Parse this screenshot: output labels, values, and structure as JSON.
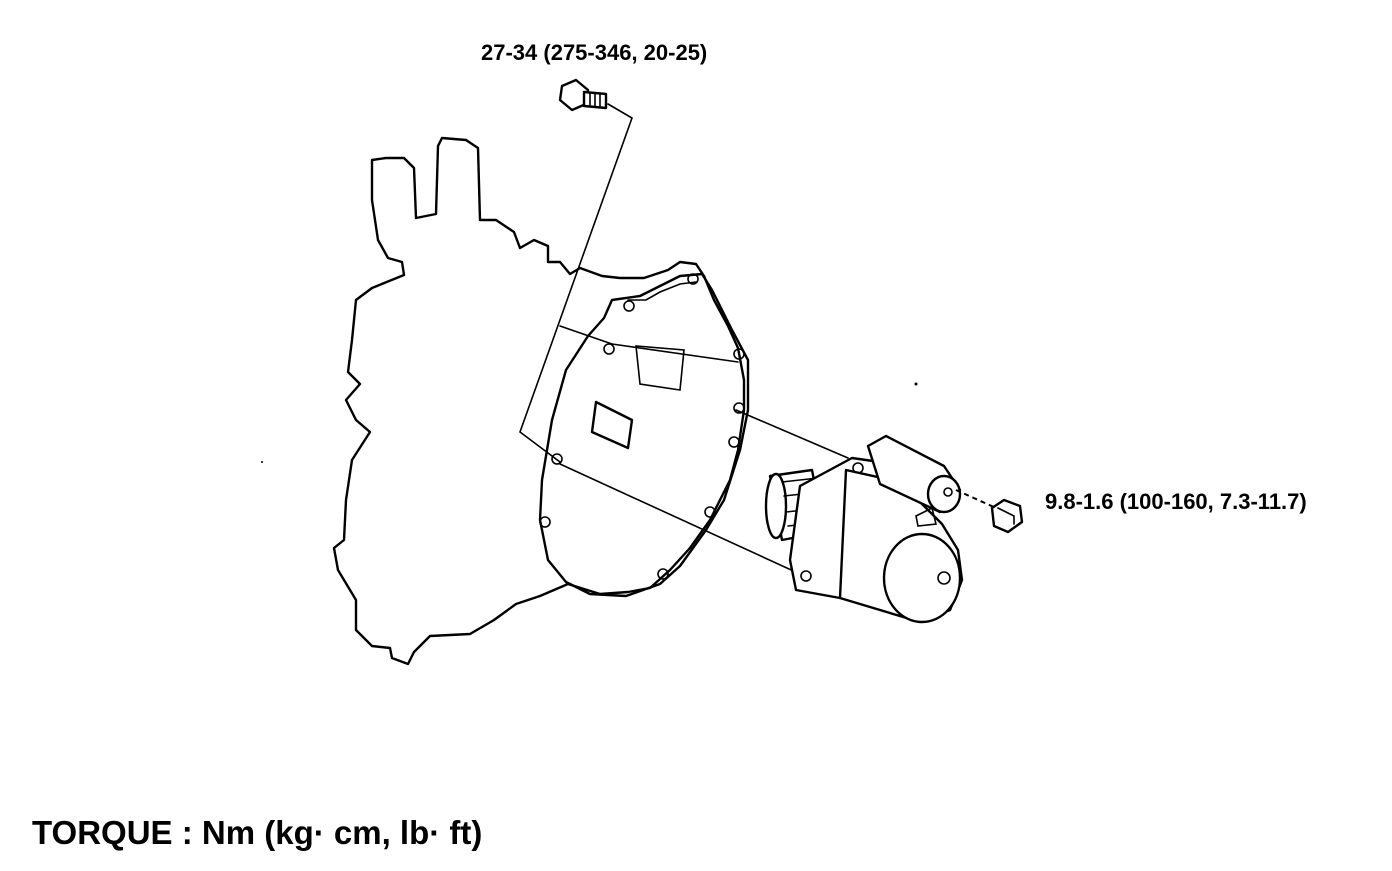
{
  "callouts": {
    "mounting_bolt_torque": "27-34 (275-346, 20-25)",
    "terminal_nut_torque": "9.8-1.6 (100-160, 7.3-11.7)"
  },
  "note": {
    "torque_units": "TORQUE : Nm (kg· cm, lb· ft)"
  }
}
